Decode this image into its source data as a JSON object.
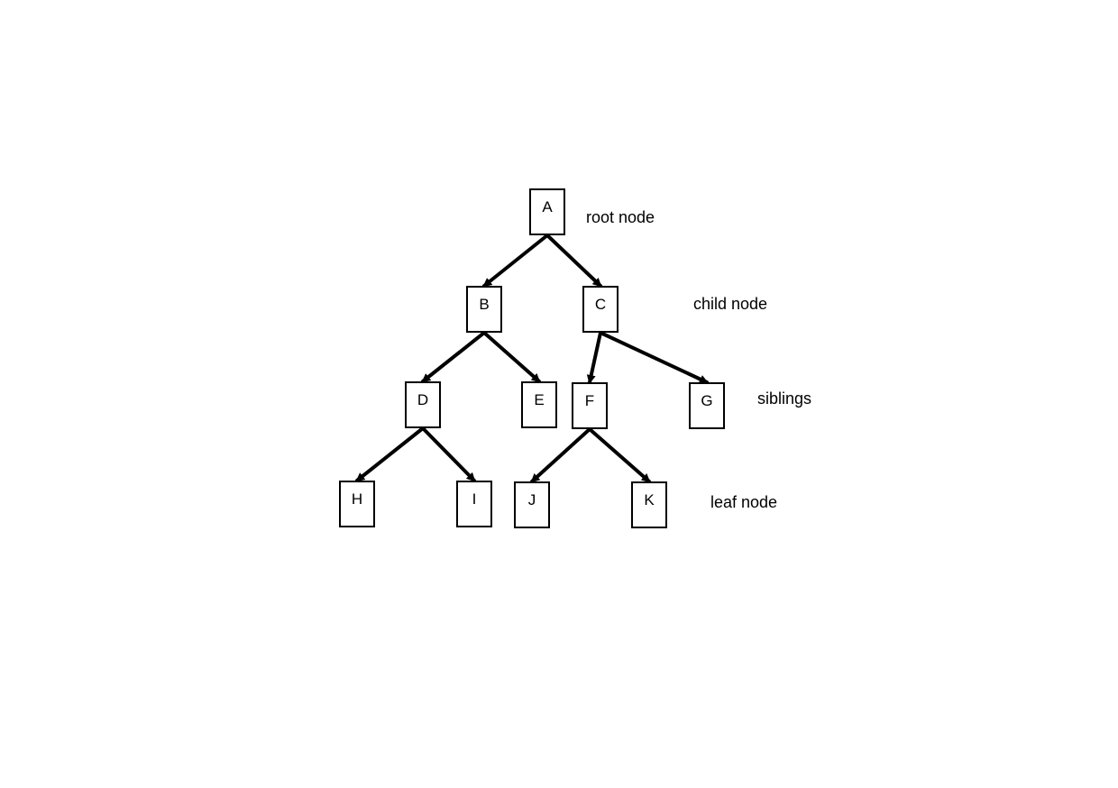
{
  "diagram": {
    "type": "tree",
    "stroke_color": "#000000",
    "background_color": "#ffffff",
    "nodes": [
      {
        "id": "A",
        "label": "A"
      },
      {
        "id": "B",
        "label": "B"
      },
      {
        "id": "C",
        "label": "C"
      },
      {
        "id": "D",
        "label": "D"
      },
      {
        "id": "E",
        "label": "E"
      },
      {
        "id": "F",
        "label": "F"
      },
      {
        "id": "G",
        "label": "G"
      },
      {
        "id": "H",
        "label": "H"
      },
      {
        "id": "I",
        "label": "I"
      },
      {
        "id": "J",
        "label": "J"
      },
      {
        "id": "K",
        "label": "K"
      }
    ],
    "edges": [
      {
        "from": "A",
        "to": "B"
      },
      {
        "from": "A",
        "to": "C"
      },
      {
        "from": "B",
        "to": "D"
      },
      {
        "from": "B",
        "to": "E"
      },
      {
        "from": "C",
        "to": "F"
      },
      {
        "from": "C",
        "to": "G"
      },
      {
        "from": "D",
        "to": "H"
      },
      {
        "from": "D",
        "to": "I"
      },
      {
        "from": "F",
        "to": "J"
      },
      {
        "from": "F",
        "to": "K"
      }
    ],
    "annotations": {
      "root": "root node",
      "child": "child node",
      "siblings": "siblings",
      "leaf": "leaf node"
    }
  }
}
